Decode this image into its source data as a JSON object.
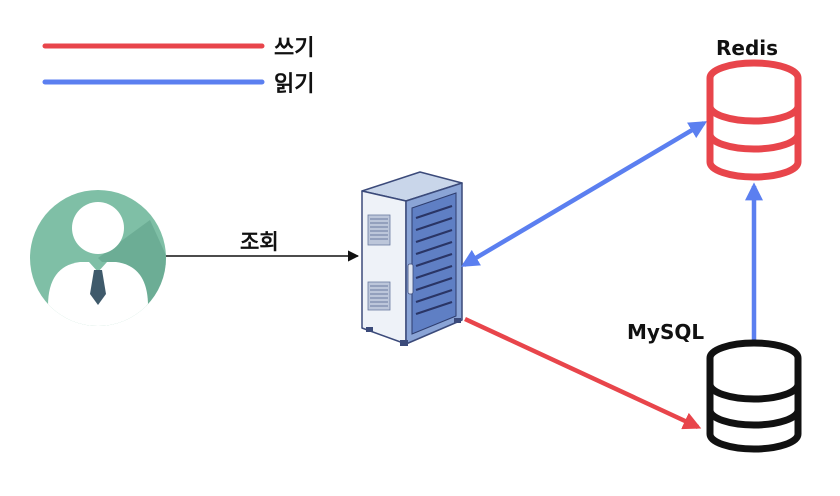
{
  "legend": {
    "write": {
      "label": "쓰기",
      "color": "#e8454b"
    },
    "read": {
      "label": "읽기",
      "color": "#5b7ff0"
    }
  },
  "nodes": {
    "user": {
      "icon": "user-avatar-icon"
    },
    "server": {
      "icon": "server-rack-icon"
    },
    "redis": {
      "label": "Redis",
      "icon": "database-icon",
      "color": "#e8454b"
    },
    "mysql": {
      "label": "MySQL",
      "icon": "database-icon",
      "color": "#111111"
    }
  },
  "edges": {
    "query": {
      "label": "조회",
      "color": "#111111"
    }
  }
}
